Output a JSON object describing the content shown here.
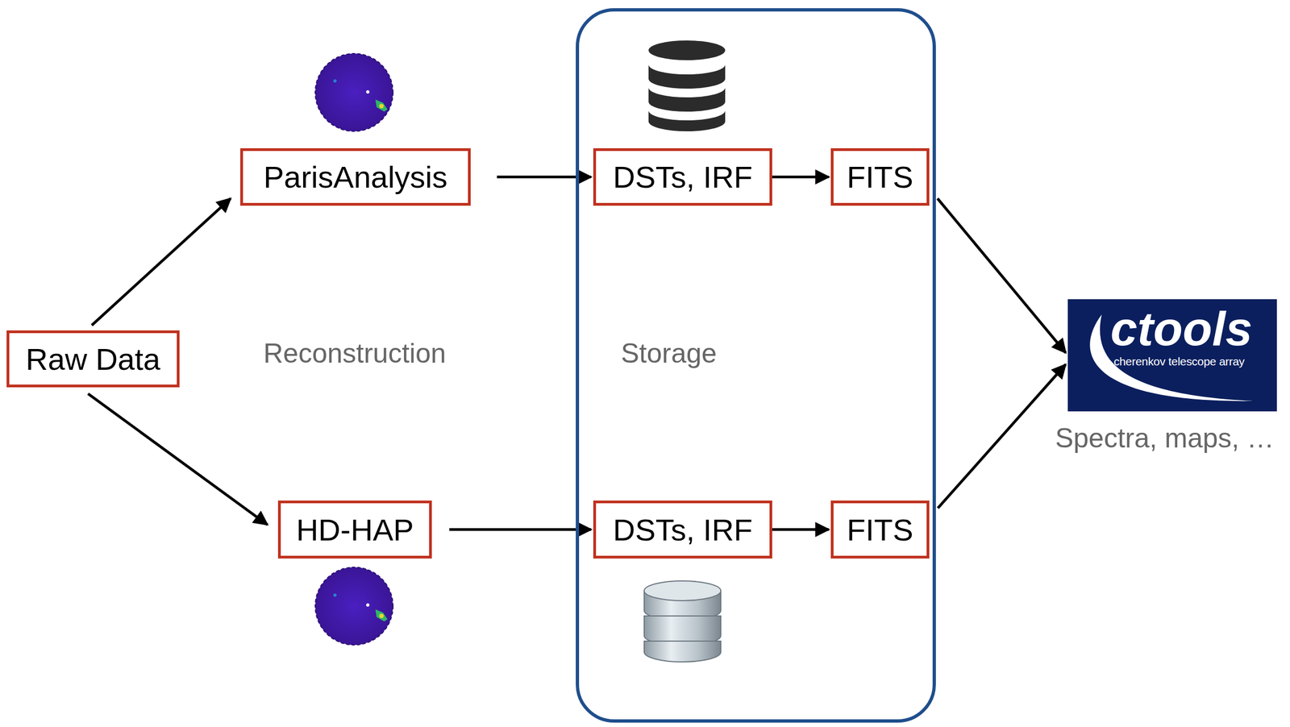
{
  "diagram": {
    "nodes": [
      {
        "text": [
          "Raw Data"
        ]
      },
      {
        "text": [
          "ParisAnalysis"
        ]
      },
      {
        "text": [
          "Storage"
        ]
      },
      {
        "text": [
          "DSTs, IRF"
        ],
        "in": 2
      },
      {
        "text": [
          "FITS"
        ],
        "in": 2
      },
      {
        "text": [
          "HD-HAP"
        ]
      },
      {
        "text": [
          "DSTs, IRF"
        ],
        "in": 2
      },
      {
        "text": [
          "FITS"
        ],
        "in": 2
      },
      {
        "text": [
          "ctools",
          "cherenkov telescope array",
          "Spectra, maps, …"
        ]
      }
    ],
    "edges": [
      {
        "from": 0,
        "to": 1,
        "arrow": "to"
      },
      {
        "from": 0,
        "to": 5,
        "arrow": "to"
      },
      {
        "from": 1,
        "to": 3,
        "arrow": "to"
      },
      {
        "from": 3,
        "to": 4,
        "arrow": "to"
      },
      {
        "from": 5,
        "to": 6,
        "arrow": "to"
      },
      {
        "from": 6,
        "to": 7,
        "arrow": "to"
      },
      {
        "from": 4,
        "to": 8,
        "arrow": "to"
      },
      {
        "from": 7,
        "to": 8,
        "arrow": "to"
      }
    ],
    "labels": [
      "Reconstruction"
    ]
  }
}
